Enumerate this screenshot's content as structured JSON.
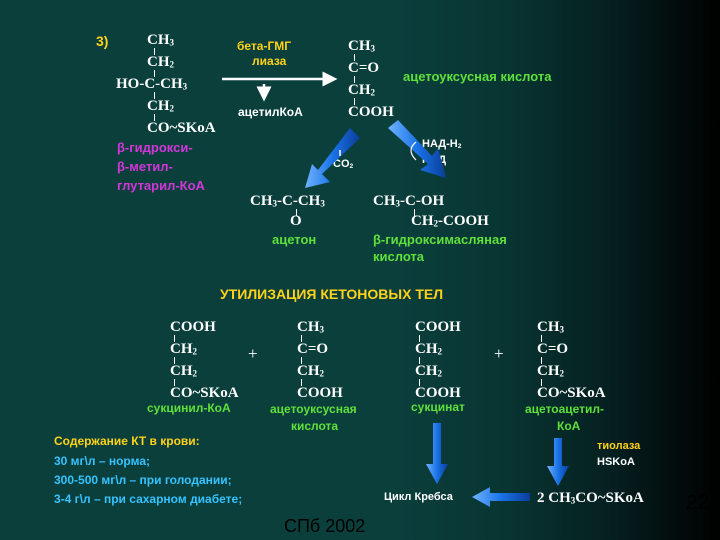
{
  "step_label": "3)",
  "hmg": {
    "l1": "CH3",
    "l2": "CH2",
    "l3": "HO-C-CH3",
    "l4": "CH2",
    "l5": "CO~SKoA",
    "name1": "β-гидрокси-",
    "name2": "β-метил-",
    "name3": "глутарил-КоА"
  },
  "enzyme1": {
    "line1": "бета-ГМГ",
    "line2": "лиаза"
  },
  "acetyl_coa": "ацетилКоА",
  "acetoacetic": {
    "l1": "CH3",
    "l2": "C=O",
    "l3": "CH2",
    "l4": "COOH",
    "name": "ацетоуксусная кислота"
  },
  "co2": "CO2",
  "nadh": {
    "l1": "НАД-H2",
    "l2": "НАД"
  },
  "acetone": {
    "formula": "CH3-C-CH3",
    "o": "O",
    "name": "ацетон"
  },
  "hydroxybutyric": {
    "formula1": "CH3-C-OH",
    "formula2": "CH2-COOH",
    "name1": "β-гидроксимасляная",
    "name2": "кислота"
  },
  "section_title": "УТИЛИЗАЦИЯ КЕТОНОВЫХ ТЕЛ",
  "succinyl_coa": {
    "l1": "COOH",
    "l2": "CH2",
    "l3": "CH2",
    "l4": "CO~SKoA",
    "name": "сукцинил-КоА"
  },
  "plus1": "+",
  "acetoacetic2": {
    "l1": "CH3",
    "l2": "C=O",
    "l3": "CH2",
    "l4": "COOH",
    "name1": "ацетоуксусная",
    "name2": "кислота"
  },
  "succinate": {
    "l1": "COOH",
    "l2": "CH2",
    "l3": "CH2",
    "l4": "COOH",
    "name": "сукцинат"
  },
  "plus2": "+",
  "acetoacetyl_coa": {
    "l1": "CH3",
    "l2": "C=O",
    "l3": "CH2",
    "l4": "CO~SKoA",
    "name1": "ацетоацетил-",
    "name2": "КоА"
  },
  "thiolase": {
    "l1": "тиолаза",
    "l2": "HSKoA"
  },
  "krebs": "Цикл Кребса",
  "acetyl_product": "2 CH3CO~SKoA",
  "blood": {
    "title": "Содержание КТ в крови:",
    "line1": "30 мг\\л – норма;",
    "line2": "300-500 мг\\л – при голодании;",
    "line3": "3-4 г\\л – при сахарном диабете;"
  },
  "footer": "СПб 2002",
  "slide_number": "22",
  "colors": {
    "white": "#ffffff",
    "green": "#5fe03a",
    "yellow": "#ffd21a",
    "cyan": "#36c3ff",
    "magenta": "#d236d8",
    "arrow": "#1a73e8"
  }
}
